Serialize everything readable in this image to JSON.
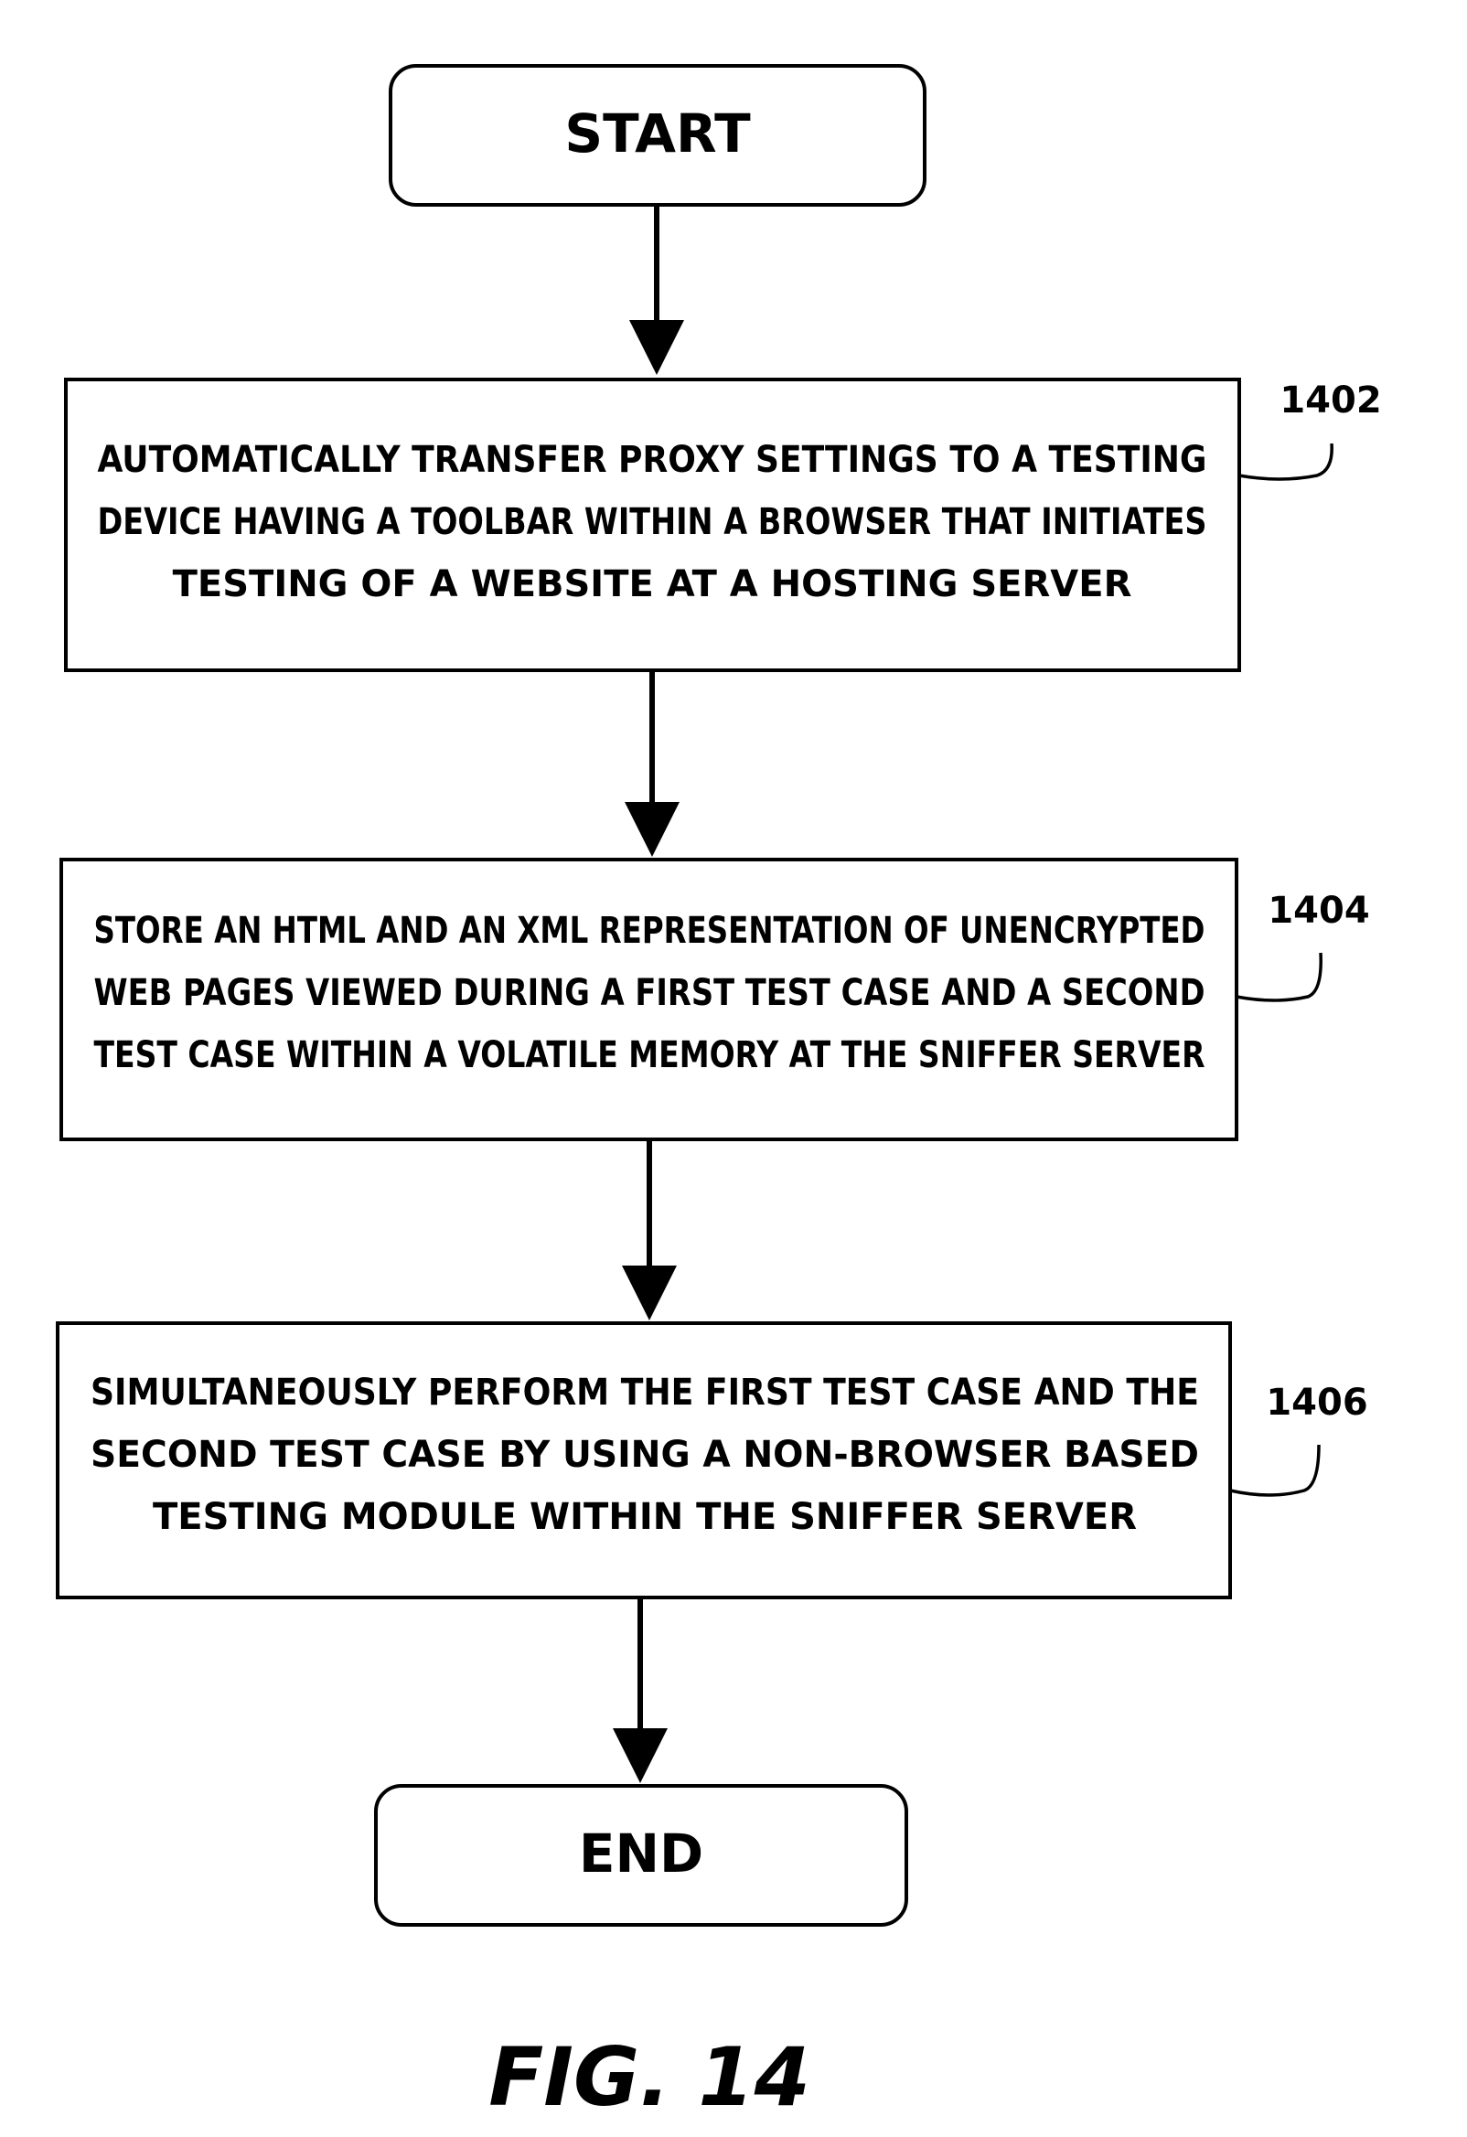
{
  "figure_label": "FIG. 14",
  "nodes": {
    "start": {
      "label": "START"
    },
    "step_1402": {
      "ref": "1402",
      "lines": [
        "AUTOMATICALLY TRANSFER PROXY SETTINGS TO A TESTING",
        "DEVICE HAVING A TOOLBAR WITHIN A BROWSER THAT INITIATES",
        "TESTING OF A WEBSITE AT A HOSTING SERVER"
      ]
    },
    "step_1404": {
      "ref": "1404",
      "lines": [
        "STORE AN HTML AND AN XML REPRESENTATION OF UNENCRYPTED",
        "WEB PAGES VIEWED DURING A FIRST TEST CASE AND A SECOND",
        "TEST CASE WITHIN A VOLATILE MEMORY AT THE SNIFFER SERVER"
      ]
    },
    "step_1406": {
      "ref": "1406",
      "lines": [
        "SIMULTANEOUSLY PERFORM THE FIRST TEST CASE AND THE",
        "SECOND TEST CASE BY USING A NON-BROWSER BASED",
        "TESTING MODULE WITHIN THE SNIFFER SERVER"
      ]
    },
    "end": {
      "label": "END"
    }
  },
  "edges": [
    {
      "from": "start",
      "to": "step_1402"
    },
    {
      "from": "step_1402",
      "to": "step_1404"
    },
    {
      "from": "step_1404",
      "to": "step_1406"
    },
    {
      "from": "step_1406",
      "to": "end"
    }
  ]
}
